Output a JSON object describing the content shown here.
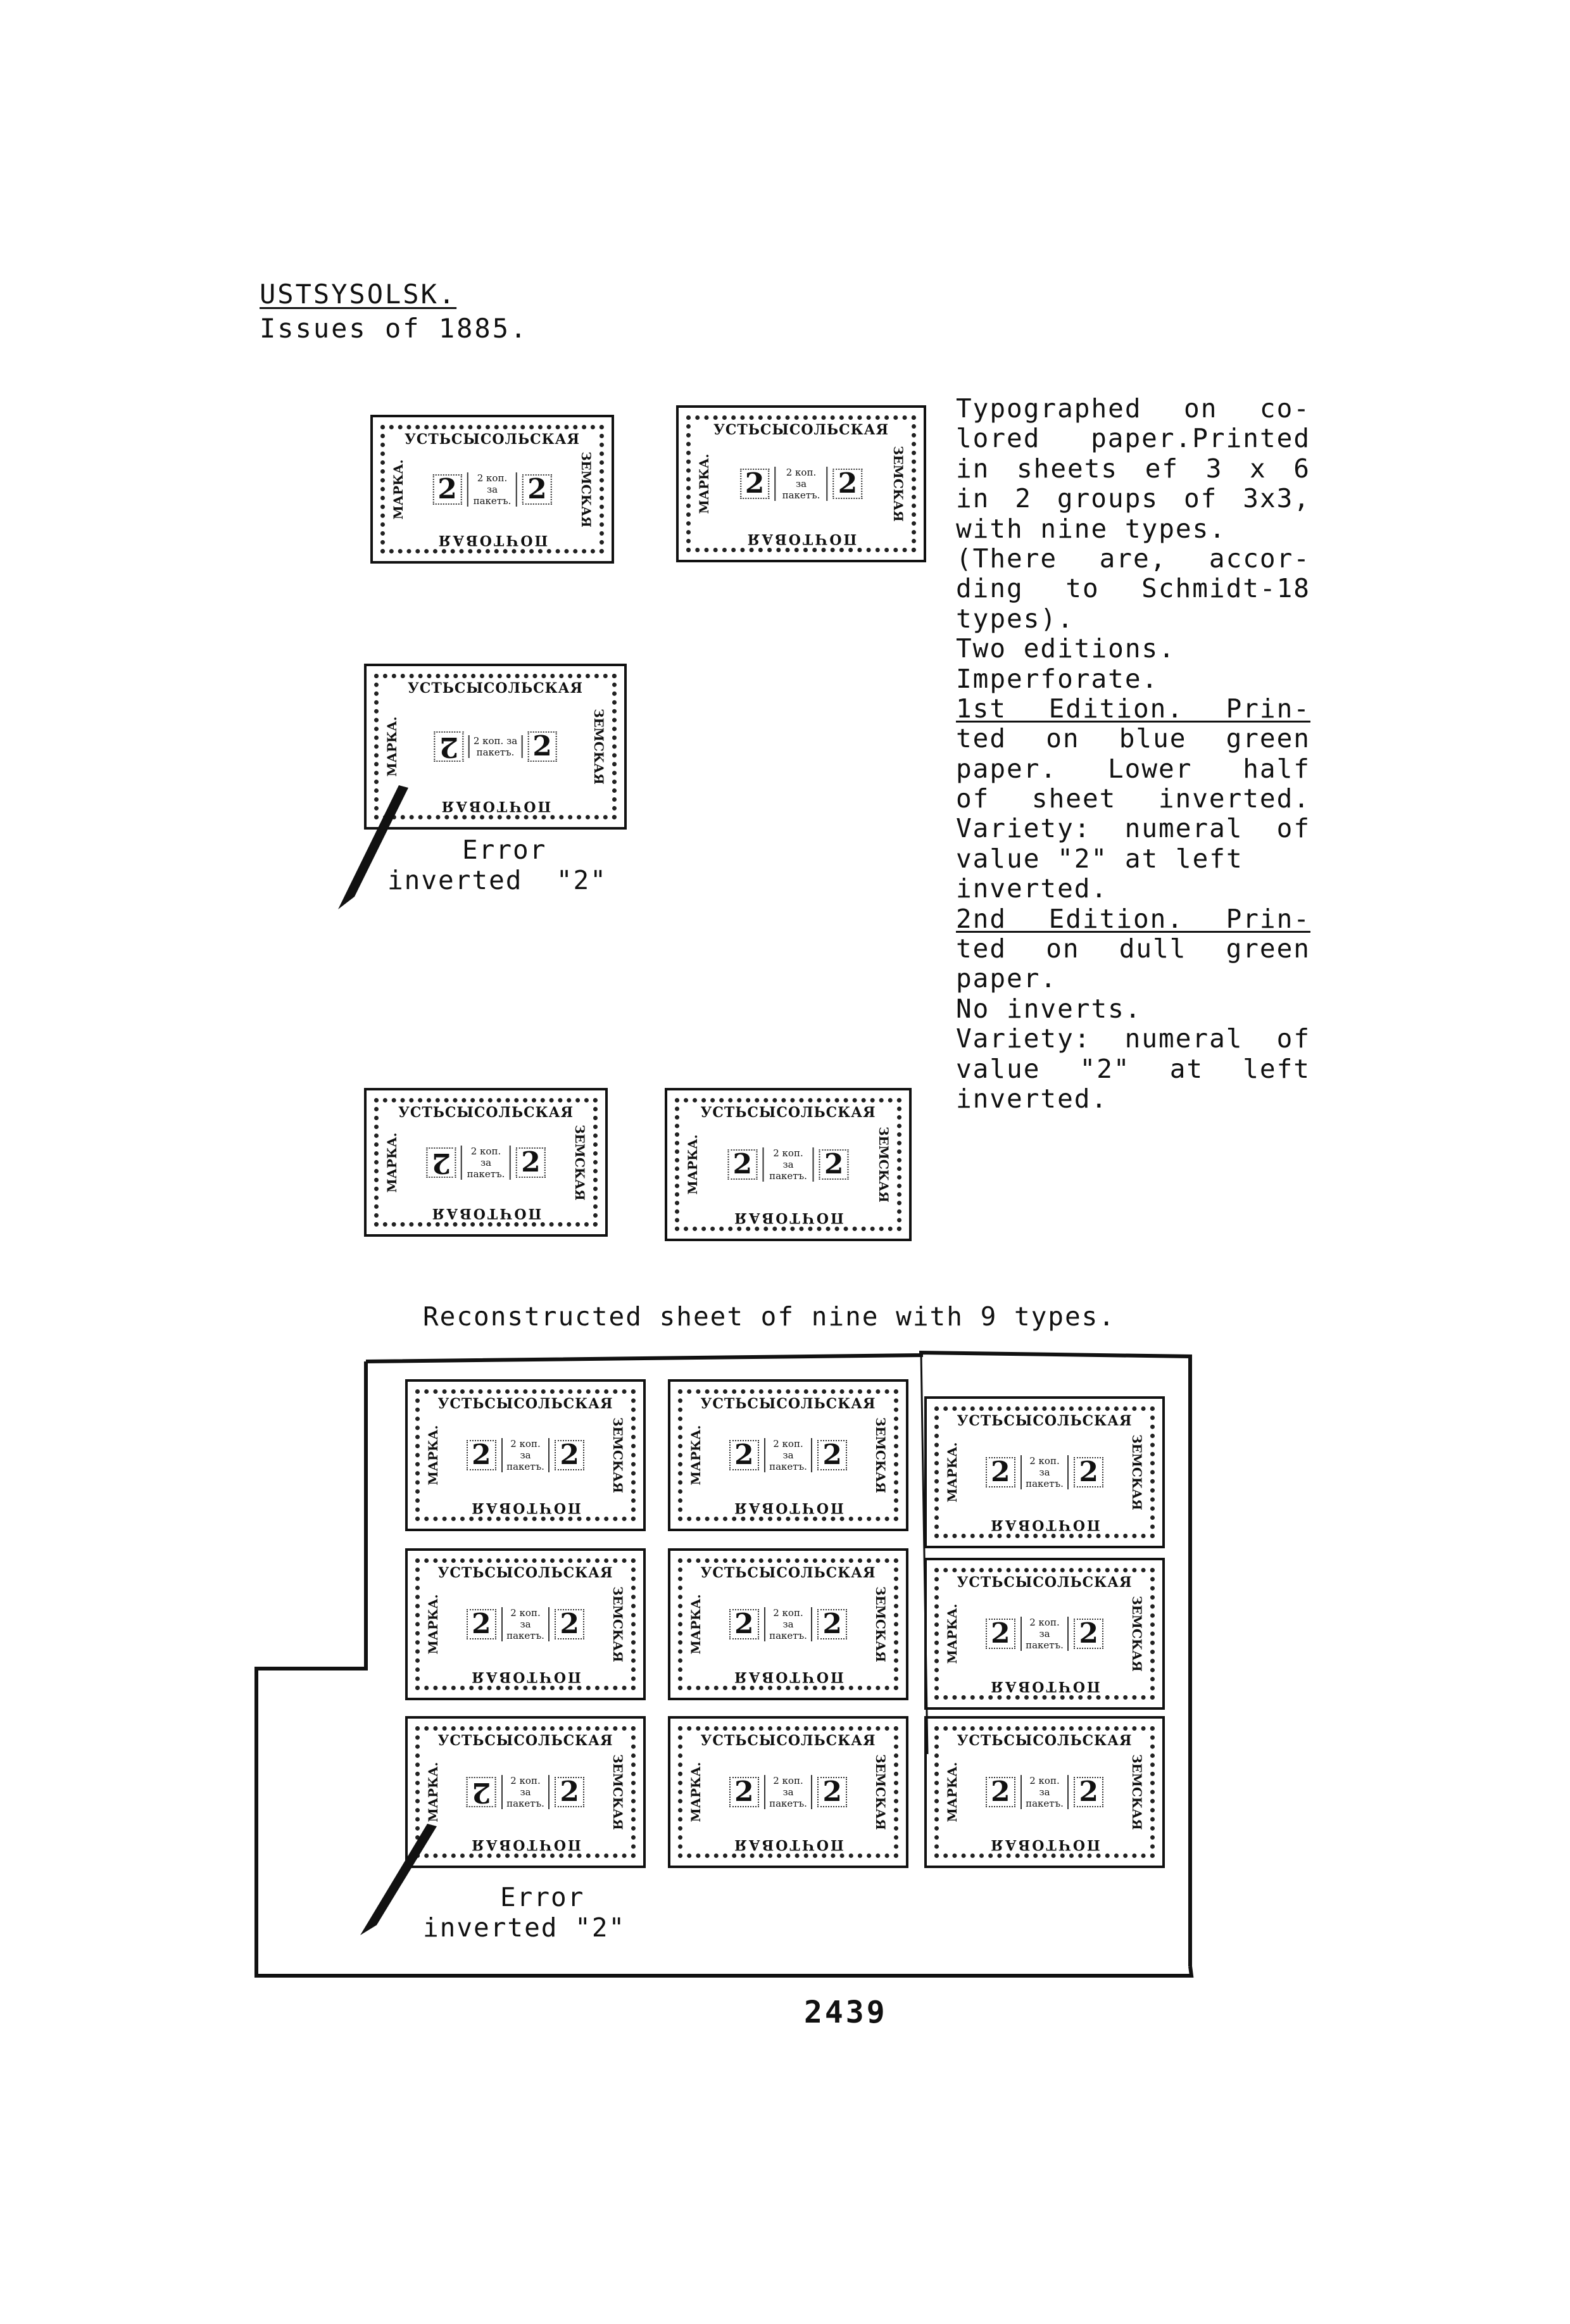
{
  "heading": {
    "title": "USTSYSOLSK.",
    "subtitle": "Issues of 1885."
  },
  "stamp_text": {
    "top": "УСТЬСЫСОЛЬСКАЯ",
    "bottom": "ПОЧТОВАЯ",
    "left": "МАРКА.",
    "right": "ЗЕМСКАЯ",
    "value": "2",
    "rate_line1": "2 коп. за",
    "rate_line2": "пакетъ."
  },
  "description": [
    "Typographed on co-",
    "lored paper.Printed",
    "in sheets ef 3 x 6",
    "in 2 groups of 3x3,",
    "with nine types.",
    "(There are, accor-",
    "ding to Schmidt-18",
    "types).",
    "Two editions.",
    "Imperforate.",
    "1st Edition. Prin-",
    "ted on blue green",
    "paper. Lower half",
    "of sheet inverted.",
    "Variety: numeral of",
    "value \"2\" at left",
    "inverted.",
    "2nd Edition. Prin-",
    "ted on dull green",
    "paper.",
    "No inverts.",
    "Variety: numeral of",
    "value \"2\" at left",
    "inverted."
  ],
  "underlined_parts": {
    "first_edition": "1st Edition.",
    "second_edition": "2nd Edition."
  },
  "error_caption_1": {
    "line1": "Error",
    "line2": "inverted  \"2\""
  },
  "sheet_caption": "Reconstructed sheet of nine with 9 types.",
  "error_caption_2": {
    "line1": "Error",
    "line2": "inverted \"2\""
  },
  "page_number": "2439"
}
